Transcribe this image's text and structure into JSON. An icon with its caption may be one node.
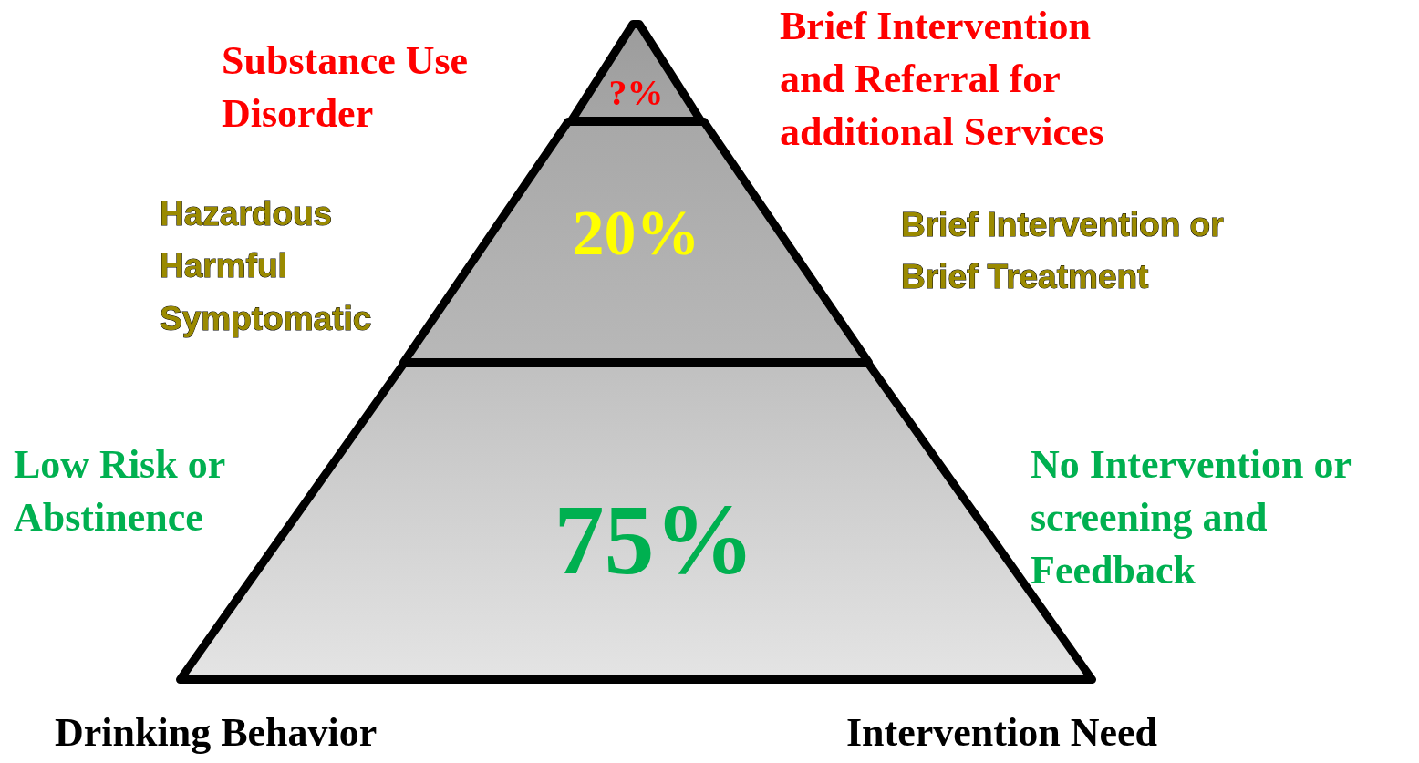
{
  "diagram": {
    "nodes": [
      {
        "text": [
          "?%"
        ]
      },
      {
        "text": [
          "20%"
        ]
      },
      {
        "text": [
          "75%"
        ]
      }
    ],
    "labels": [
      "Substance Use Disorder",
      "Brief Intervention and Referral for additional Services",
      "Hazardous",
      "Harmful",
      "Symptomatic",
      "Brief Intervention or Brief Treatment",
      "Low Risk or Abstinence",
      "No Intervention or screening and Feedback",
      "Drinking Behavior",
      "Intervention Need"
    ]
  }
}
